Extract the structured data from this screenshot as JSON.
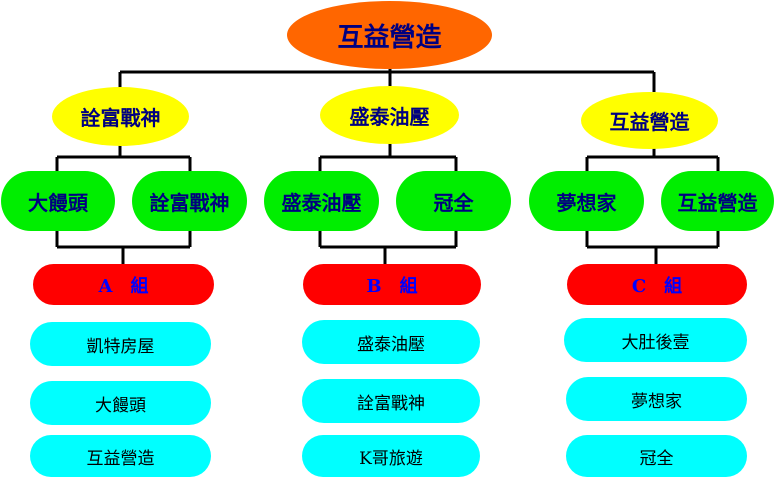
{
  "root": {
    "label": "互益營造",
    "color": "#ff6600"
  },
  "branches": [
    {
      "label": "詮富戰神",
      "members": [
        "大饅頭",
        "詮富戰神"
      ],
      "group": {
        "label": "A　組"
      },
      "items": [
        "凱特房屋",
        "大饅頭",
        "互益營造"
      ]
    },
    {
      "label": "盛泰油壓",
      "members": [
        "盛泰油壓",
        "冠全"
      ],
      "group": {
        "label": "B　組"
      },
      "items": [
        "盛泰油壓",
        "詮富戰神",
        "K哥旅遊"
      ]
    },
    {
      "label": "互益營造",
      "members": [
        "夢想家",
        "互益營造"
      ],
      "group": {
        "label": "C　組"
      },
      "items": [
        "大肚後壹",
        "夢想家",
        "冠全"
      ]
    }
  ],
  "colors": {
    "root": "#ff6600",
    "branch": "#ffff00",
    "member": "#00ee00",
    "group": "#ff0000",
    "item": "#00ffff",
    "connector": "#000000"
  }
}
